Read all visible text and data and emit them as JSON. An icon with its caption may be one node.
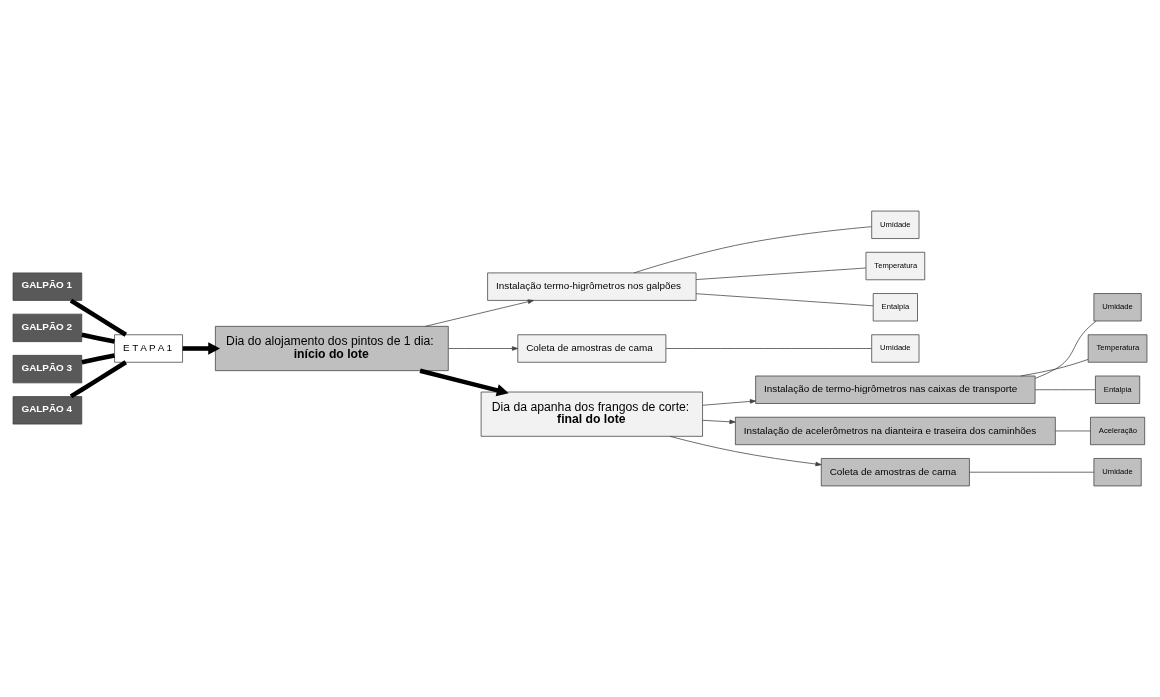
{
  "diagram": {
    "nodes": [
      {
        "text": [
          "GALPÃO 1"
        ]
      },
      {
        "text": [
          "GALPÃO 2"
        ]
      },
      {
        "text": [
          "GALPÃO 3"
        ]
      },
      {
        "text": [
          "GALPÃO 4"
        ]
      },
      {
        "text": [
          "E T A P A 1"
        ]
      },
      {
        "text": [
          "Dia do alojamento dos pintos de 1 dia:",
          "início do lote"
        ]
      },
      {
        "text": [
          "Instalação termo-higrômetros nos galpões"
        ]
      },
      {
        "text": [
          "Umidade"
        ]
      },
      {
        "text": [
          "Temperatura"
        ]
      },
      {
        "text": [
          "Entalpia"
        ]
      },
      {
        "text": [
          "Coleta de amostras de cama"
        ]
      },
      {
        "text": [
          "Umidade"
        ]
      },
      {
        "text": [
          "Dia da apanha dos frangos de corte:",
          "final do lote"
        ]
      },
      {
        "text": [
          "Instalação de termo-higrômetros nas caixas de transporte"
        ]
      },
      {
        "text": [
          "Umidade"
        ]
      },
      {
        "text": [
          "Temperatura"
        ]
      },
      {
        "text": [
          "Entalpia"
        ]
      },
      {
        "text": [
          "Instalação de acelerômetros na dianteira e traseira dos caminhões"
        ]
      },
      {
        "text": [
          "Aceleração"
        ]
      },
      {
        "text": [
          "Coleta de amostras de cama"
        ]
      },
      {
        "text": [
          "Umidade"
        ]
      }
    ],
    "edges": [
      {
        "from": 0,
        "to": 4,
        "arrow": "none",
        "style": "thick"
      },
      {
        "from": 1,
        "to": 4,
        "arrow": "none",
        "style": "thick"
      },
      {
        "from": 2,
        "to": 4,
        "arrow": "none",
        "style": "thick"
      },
      {
        "from": 3,
        "to": 4,
        "arrow": "none",
        "style": "thick"
      },
      {
        "from": 4,
        "to": 5,
        "arrow": "to",
        "style": "thick"
      },
      {
        "from": 5,
        "to": 6,
        "arrow": "to"
      },
      {
        "from": 5,
        "to": 10,
        "arrow": "to"
      },
      {
        "from": 6,
        "to": 7,
        "arrow": "none"
      },
      {
        "from": 6,
        "to": 8,
        "arrow": "none"
      },
      {
        "from": 6,
        "to": 9,
        "arrow": "none"
      },
      {
        "from": 10,
        "to": 11,
        "arrow": "none"
      },
      {
        "from": 5,
        "to": 12,
        "arrow": "to",
        "style": "thick"
      },
      {
        "from": 12,
        "to": 13,
        "arrow": "to"
      },
      {
        "from": 12,
        "to": 17,
        "arrow": "to"
      },
      {
        "from": 12,
        "to": 19,
        "arrow": "to"
      },
      {
        "from": 13,
        "to": 14,
        "arrow": "none"
      },
      {
        "from": 13,
        "to": 15,
        "arrow": "none"
      },
      {
        "from": 13,
        "to": 16,
        "arrow": "none"
      },
      {
        "from": 17,
        "to": 18,
        "arrow": "none"
      },
      {
        "from": 19,
        "to": 20,
        "arrow": "none"
      }
    ]
  }
}
